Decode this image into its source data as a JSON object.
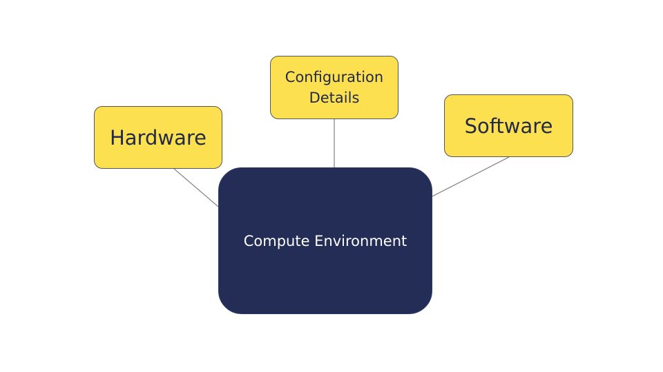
{
  "diagram": {
    "center": {
      "label": "Compute Environment"
    },
    "branches": [
      {
        "id": "hardware",
        "label": "Hardware"
      },
      {
        "id": "configuration",
        "label": "Configuration\nDetails"
      },
      {
        "id": "software",
        "label": "Software"
      }
    ]
  },
  "colors": {
    "leaf_fill": "#fde050",
    "leaf_border": "#555555",
    "hub_fill": "#232d56",
    "connector": "#8a8a8a"
  }
}
